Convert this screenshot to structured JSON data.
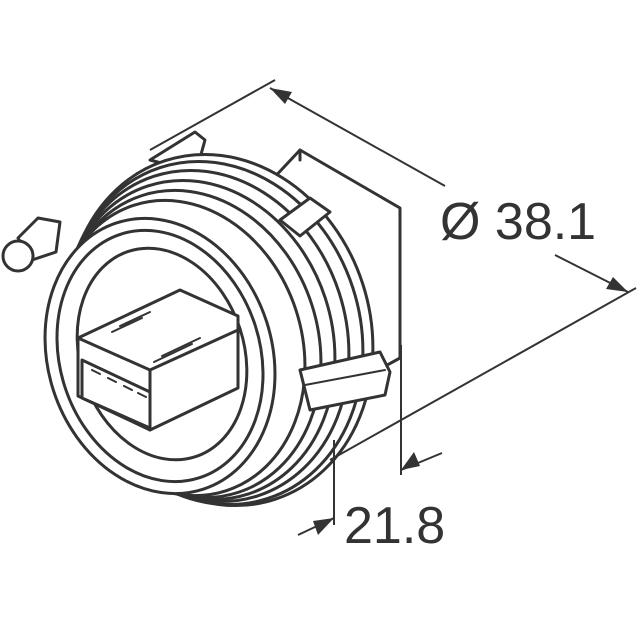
{
  "figure": {
    "subject": "circular panel-mount connector receptacle",
    "line_color": "#333333",
    "background": "#ffffff"
  },
  "dimensions": {
    "diameter": {
      "symbol": "Ø",
      "value": "38.1",
      "label": "Ø 38.1"
    },
    "depth": {
      "value": "21.8",
      "label": "21.8"
    }
  }
}
